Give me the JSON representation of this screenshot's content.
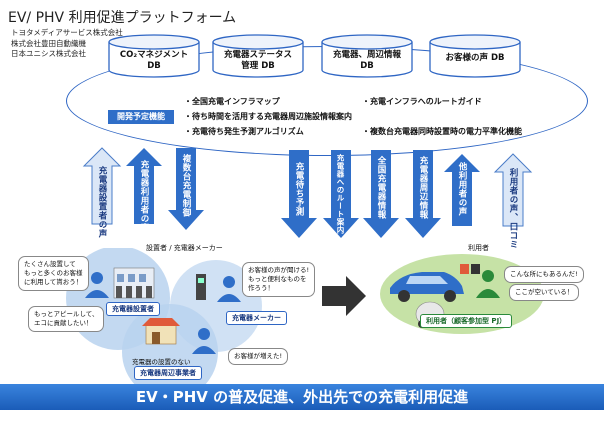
{
  "title": "EV/ PHV 利用促進プラットフォーム",
  "companies": [
    "トヨタメディアサービス株式会社",
    "株式会社豊田自動織機",
    "日本ユニシス株式会社"
  ],
  "databases": [
    {
      "label_1": "CO₂マネジメント",
      "label_2": "DB"
    },
    {
      "label_1": "充電器ステータス",
      "label_2": "管理 DB"
    },
    {
      "label_1": "充電器、周辺情報",
      "label_2": "DB"
    },
    {
      "label_1": "お客様の声 DB",
      "label_2": ""
    }
  ],
  "plan": {
    "badge": "開発予定機能",
    "items_left": [
      "・全国充電インフラマップ",
      "・待ち時間を活用する充電器周辺施設情報案内",
      "・充電待ち発生予測アルゴリズム"
    ],
    "items_right": [
      "・充電インフラへのルートガイド",
      "",
      "・複数台充電器同時設置時の電力平準化機能"
    ]
  },
  "arrows": {
    "installer_voice": "充電器設置者の声",
    "user_voice_left": "充電器利用者の声",
    "multi_control": "複数台充電制御",
    "wait_forecast": "充電待ち予測",
    "route_guide": "充電器へのルート案内",
    "nationwide_info": "全国充電器情報",
    "nearby_info": "充電器周辺情報",
    "other_user_voice": "他利用者の声",
    "user_voice_review": "利用者の声、口コミ"
  },
  "left_group": {
    "header": "設置者 / 充電器メーカー",
    "installer_tag": "充電器設置者",
    "maker_tag": "充電器メーカー",
    "nearby_business_label": "充電器の設置のない",
    "nearby_business_tag": "充電器周辺事業者",
    "bubble_installer": [
      "たくさん設置して",
      "もっと多くのお客様",
      "に利用して貰おう！"
    ],
    "bubble_appeal": [
      "もっとアピールして、",
      "エコに貢献したい！"
    ],
    "bubble_maker": [
      "お客様の声が聞ける!",
      "もっと便利なものを",
      "作ろう！"
    ],
    "bubble_business": "お客様が増えた!"
  },
  "right_group": {
    "header": "利用者",
    "user_tag": "利用者（顧客参加型 PJ）",
    "bubble_1": "こんな所にもあるんだ!",
    "bubble_2": "ここが空いている！"
  },
  "banner": "EV・PHV の普及促進、外出先での充電利用促進",
  "colors": {
    "accent": "#2f6ec8",
    "banner": "#1a5cb8",
    "arrow_up": "#dbe7f7"
  }
}
